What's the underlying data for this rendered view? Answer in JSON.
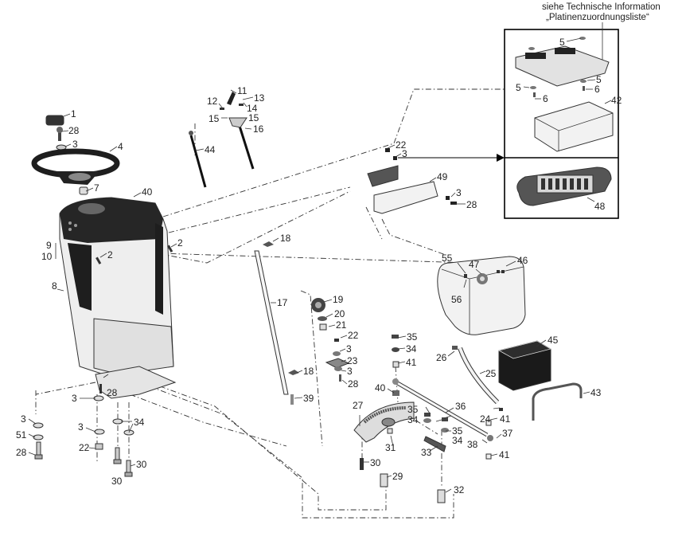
{
  "note": {
    "line1": "siehe Technische Information",
    "line2": "„Platinenzuordnungsliste“"
  },
  "colors": {
    "line": "#333333",
    "part_fill_light": "#e8e8e8",
    "part_fill_dark": "#1e1e1e",
    "frame": "#000000"
  },
  "parts": [
    {
      "id": "p1",
      "label": "1",
      "name": "steering-wheel-cap"
    },
    {
      "id": "p28a",
      "label": "28",
      "name": "screw"
    },
    {
      "id": "p3a",
      "label": "3",
      "name": "washer"
    },
    {
      "id": "p4",
      "label": "4",
      "name": "steering-wheel"
    },
    {
      "id": "p7",
      "label": "7",
      "name": "bushing"
    },
    {
      "id": "p40a",
      "label": "40",
      "name": "dashboard-cover"
    },
    {
      "id": "p9",
      "label": "9",
      "name": "side-panel-upper"
    },
    {
      "id": "p10",
      "label": "10",
      "name": "side-panel-lower"
    },
    {
      "id": "p8",
      "label": "8",
      "name": "steering-column-housing"
    },
    {
      "id": "p2a",
      "label": "2",
      "name": "screw"
    },
    {
      "id": "p2b",
      "label": "2",
      "name": "screw"
    },
    {
      "id": "p3b",
      "label": "3",
      "name": "washer"
    },
    {
      "id": "p28b",
      "label": "28",
      "name": "screw"
    },
    {
      "id": "p3c",
      "label": "3",
      "name": "washer"
    },
    {
      "id": "p51",
      "label": "51",
      "name": "washer"
    },
    {
      "id": "p28c",
      "label": "28",
      "name": "screw"
    },
    {
      "id": "p3d",
      "label": "3",
      "name": "washer"
    },
    {
      "id": "p22a",
      "label": "22",
      "name": "nut"
    },
    {
      "id": "p34a",
      "label": "34",
      "name": "washer"
    },
    {
      "id": "p30a",
      "label": "30",
      "name": "bolt"
    },
    {
      "id": "p30b",
      "label": "30",
      "name": "bolt"
    },
    {
      "id": "p11",
      "label": "11",
      "name": "cable-bracket"
    },
    {
      "id": "p12",
      "label": "12",
      "name": "screw"
    },
    {
      "id": "p13",
      "label": "13",
      "name": "screw"
    },
    {
      "id": "p14",
      "label": "14",
      "name": "nut"
    },
    {
      "id": "p15a",
      "label": "15",
      "name": "clip"
    },
    {
      "id": "p15b",
      "label": "15",
      "name": "clip"
    },
    {
      "id": "p16",
      "label": "16",
      "name": "throttle-cable"
    },
    {
      "id": "p44",
      "label": "44",
      "name": "choke-cable"
    },
    {
      "id": "p18a",
      "label": "18",
      "name": "circlip"
    },
    {
      "id": "p17",
      "label": "17",
      "name": "steering-shaft"
    },
    {
      "id": "p18b",
      "label": "18",
      "name": "circlip"
    },
    {
      "id": "p39",
      "label": "39",
      "name": "pin"
    },
    {
      "id": "p19",
      "label": "19",
      "name": "pinion-gear"
    },
    {
      "id": "p20",
      "label": "20",
      "name": "washer"
    },
    {
      "id": "p21",
      "label": "21",
      "name": "bushing"
    },
    {
      "id": "p22b",
      "label": "22",
      "name": "nut"
    },
    {
      "id": "p3e",
      "label": "3",
      "name": "washer"
    },
    {
      "id": "p23",
      "label": "23",
      "name": "bearing-flange"
    },
    {
      "id": "p3f",
      "label": "3",
      "name": "washer"
    },
    {
      "id": "p28d",
      "label": "28",
      "name": "screw"
    },
    {
      "id": "p22c",
      "label": "22",
      "name": "nut"
    },
    {
      "id": "p3g",
      "label": "3",
      "name": "washer"
    },
    {
      "id": "p49",
      "label": "49",
      "name": "fuse-box-bracket"
    },
    {
      "id": "p3h",
      "label": "3",
      "name": "washer"
    },
    {
      "id": "p28e",
      "label": "28",
      "name": "screw"
    },
    {
      "id": "p55",
      "label": "55",
      "name": "tank-vent"
    },
    {
      "id": "p47",
      "label": "47",
      "name": "fuel-cap"
    },
    {
      "id": "p46",
      "label": "46",
      "name": "fuel-tank"
    },
    {
      "id": "p56",
      "label": "56",
      "name": "fuel-sensor"
    },
    {
      "id": "p35a",
      "label": "35",
      "name": "nut"
    },
    {
      "id": "p34b",
      "label": "34",
      "name": "washer"
    },
    {
      "id": "p41a",
      "label": "41",
      "name": "bushing"
    },
    {
      "id": "p40b",
      "label": "40",
      "name": "nut"
    },
    {
      "id": "p26",
      "label": "26",
      "name": "hose-clamp"
    },
    {
      "id": "p25",
      "label": "25",
      "name": "fuel-hose"
    },
    {
      "id": "p45",
      "label": "45",
      "name": "battery"
    },
    {
      "id": "p43",
      "label": "43",
      "name": "battery-holder"
    },
    {
      "id": "p27",
      "label": "27",
      "name": "steering-sector"
    },
    {
      "id": "p36",
      "label": "36",
      "name": "tie-rod"
    },
    {
      "id": "p35b",
      "label": "35",
      "name": "nut"
    },
    {
      "id": "p34c",
      "label": "34",
      "name": "washer"
    },
    {
      "id": "p35c",
      "label": "35",
      "name": "nut"
    },
    {
      "id": "p34d",
      "label": "34",
      "name": "washer"
    },
    {
      "id": "p24",
      "label": "24",
      "name": "grease-nipple"
    },
    {
      "id": "p41b",
      "label": "41",
      "name": "bushing"
    },
    {
      "id": "p37",
      "label": "37",
      "name": "ball-joint"
    },
    {
      "id": "p38",
      "label": "38",
      "name": "lock-nut"
    },
    {
      "id": "p41c",
      "label": "41",
      "name": "bushing"
    },
    {
      "id": "p31",
      "label": "31",
      "name": "key"
    },
    {
      "id": "p33",
      "label": "33",
      "name": "steering-arm"
    },
    {
      "id": "p30c",
      "label": "30",
      "name": "bolt"
    },
    {
      "id": "p29",
      "label": "29",
      "name": "sleeve"
    },
    {
      "id": "p32",
      "label": "32",
      "name": "sleeve"
    },
    {
      "id": "p5a",
      "label": "5",
      "name": "spacer"
    },
    {
      "id": "p5b",
      "label": "5",
      "name": "spacer"
    },
    {
      "id": "p5c",
      "label": "5",
      "name": "spacer"
    },
    {
      "id": "p6a",
      "label": "6",
      "name": "screw"
    },
    {
      "id": "p6b",
      "label": "6",
      "name": "screw"
    },
    {
      "id": "p42",
      "label": "42",
      "name": "control-unit"
    },
    {
      "id": "p48",
      "label": "48",
      "name": "fuse-box"
    }
  ]
}
